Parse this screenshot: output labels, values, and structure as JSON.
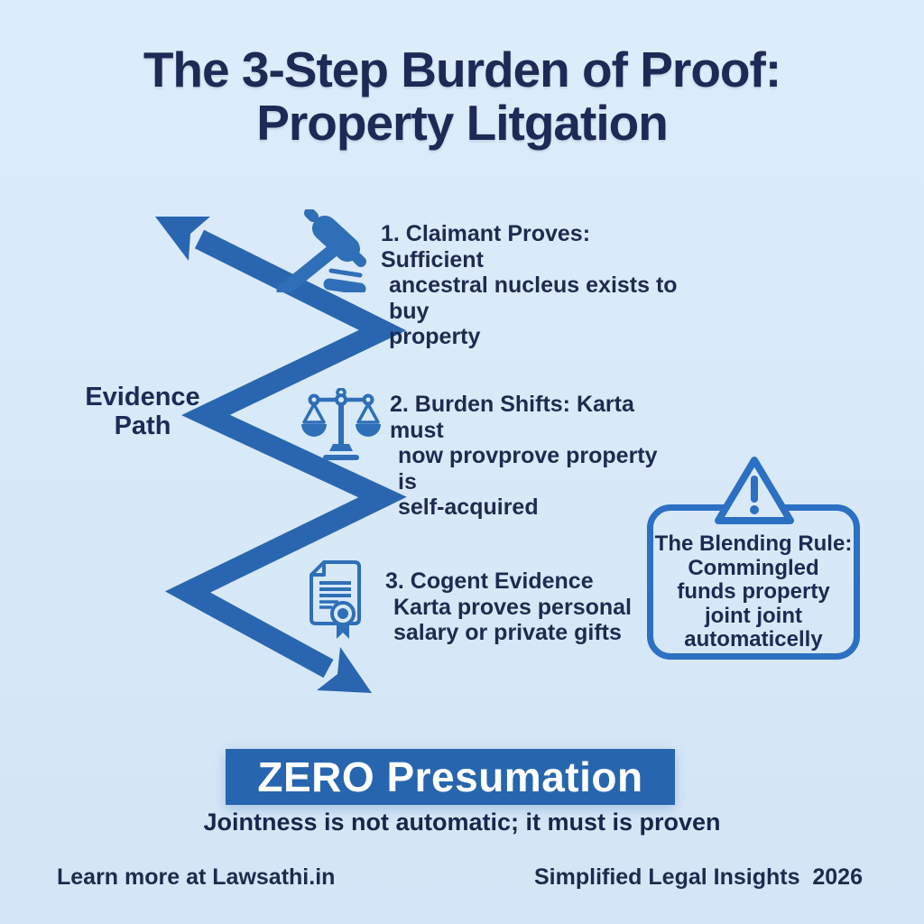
{
  "colors": {
    "background": "#d9e9f8",
    "arrow_blue": "#2a66b0",
    "icon_blue": "#2f6fb7",
    "border_blue": "#2b70c2",
    "navy_text": "#1d2b50",
    "banner_blue": "#2766ae",
    "banner_text": "#ffffff"
  },
  "title": {
    "line1": "The 3-Step Burden of Proof:",
    "line2": "Property Litgation"
  },
  "evidence_path": {
    "line1": "Evidence",
    "line2": "Path"
  },
  "steps": [
    {
      "icon": "gavel-icon",
      "lines": [
        "1. Claimant Proves: Sufficient",
        "ancestral nucleus exists to buy",
        "property"
      ]
    },
    {
      "icon": "scales-icon",
      "lines": [
        "2. Burden Shifts: Karta must",
        "now provprove property is",
        "self-acquired"
      ]
    },
    {
      "icon": "certificate-icon",
      "lines": [
        "3. Cogent Evidence",
        "Karta proves personal",
        "salary or private gifts"
      ]
    }
  ],
  "blending_rule": {
    "icon": "warning-icon",
    "lines": [
      "The Blending Rule:",
      "Commingled",
      "funds property",
      "joint joint",
      "automaticelly"
    ]
  },
  "banner": {
    "headline": "ZERO Presumation",
    "subline": "Jointness is not automatic; it must is proven"
  },
  "footer": {
    "left": "Learn more at Lawsathi.in",
    "right": "Simplified Legal Insights  2026"
  }
}
